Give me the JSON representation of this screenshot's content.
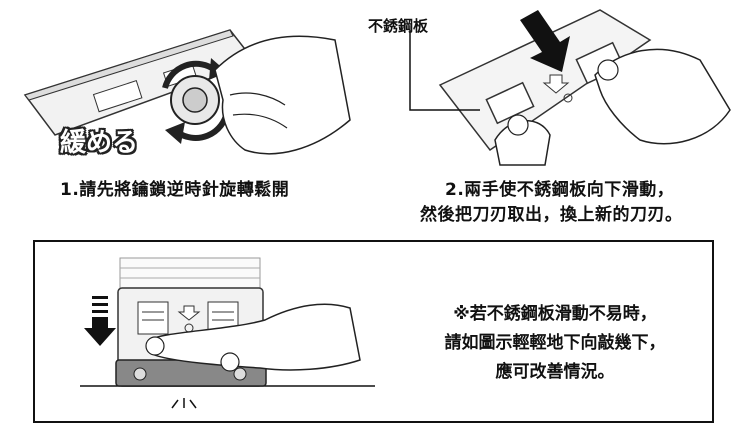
{
  "step1": {
    "caption": "1.請先將鑰鎖逆時針旋轉鬆開",
    "loosen_label": "緩める"
  },
  "step2": {
    "caption_line1": "2.兩手使不銹鋼板向下滑動，",
    "caption_line2": "然後把刀刃取出，換上新的刀刃。",
    "callout": "不銹鋼板"
  },
  "note": {
    "line1": "※若不銹鋼板滑動不易時，",
    "line2": "請如圖示輕輕地下向敲幾下，",
    "line3": "應可改善情況。"
  }
}
